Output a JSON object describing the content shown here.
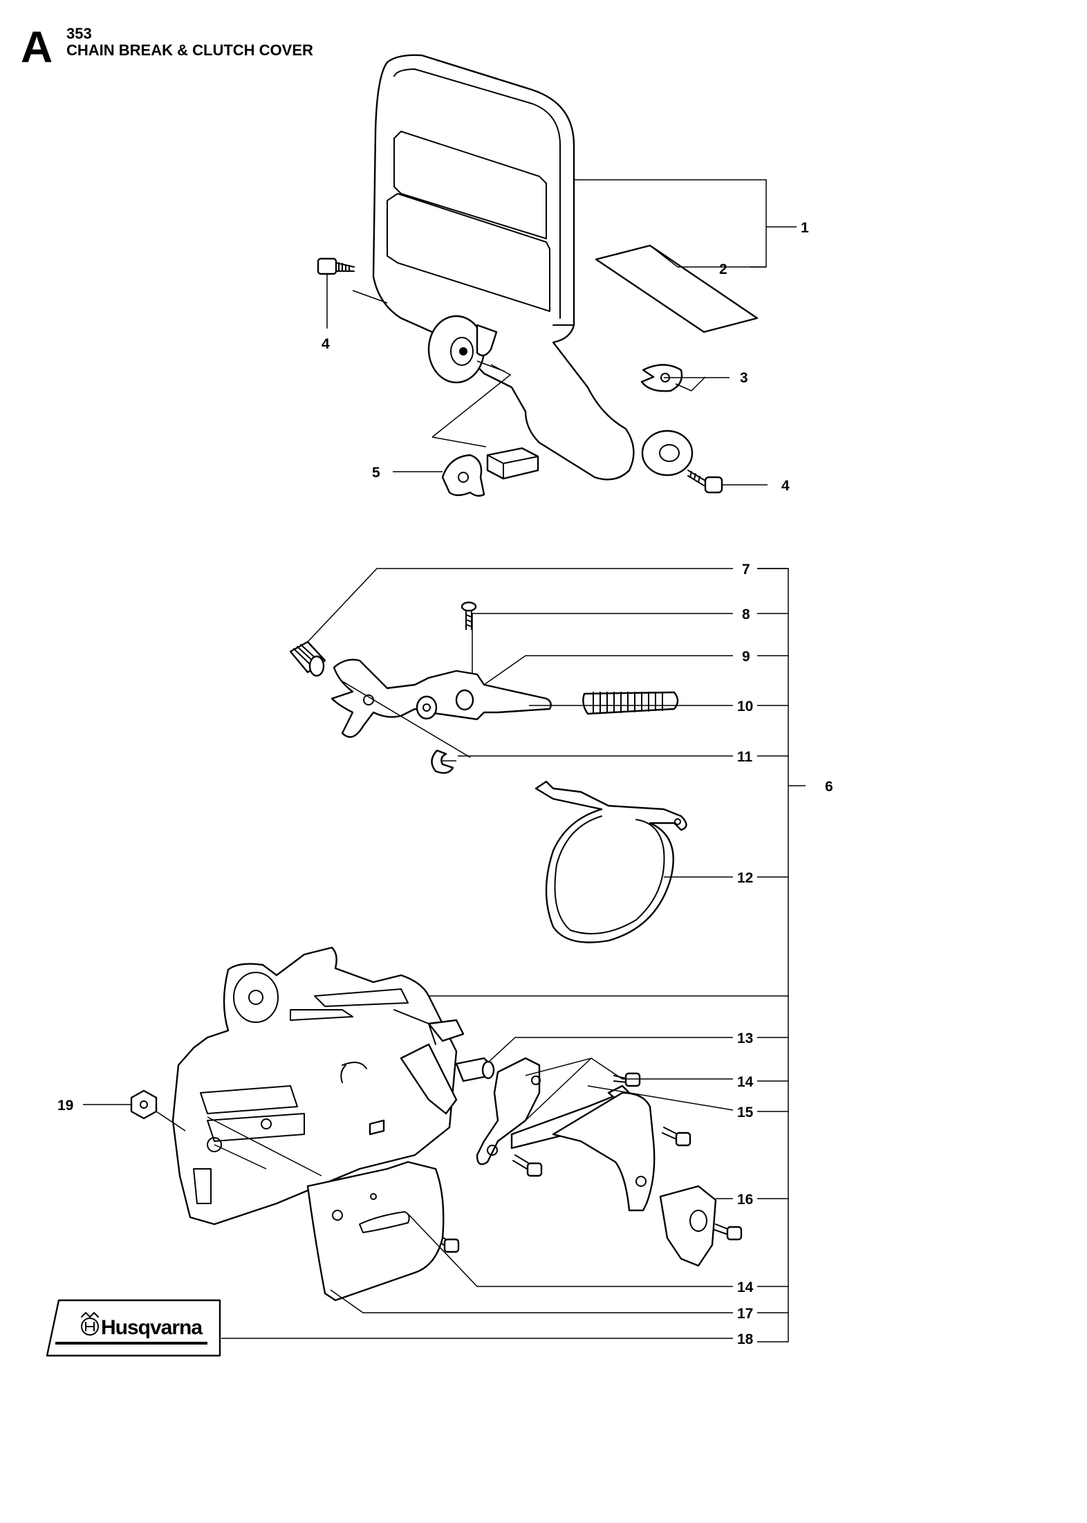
{
  "header": {
    "section_letter": "A",
    "model": "353",
    "title": "CHAIN BREAK & CLUTCH COVER"
  },
  "callouts": {
    "c1": "1",
    "c2": "2",
    "c3": "3",
    "c4a": "4",
    "c4b": "4",
    "c5": "5",
    "c6": "6",
    "c7": "7",
    "c8": "8",
    "c9": "9",
    "c10": "10",
    "c11": "11",
    "c12": "12",
    "c13": "13",
    "c14a": "14",
    "c14b": "14",
    "c15": "15",
    "c16": "16",
    "c17": "17",
    "c18": "18",
    "c19": "19"
  },
  "decal": {
    "brand": "Husqvarna"
  }
}
